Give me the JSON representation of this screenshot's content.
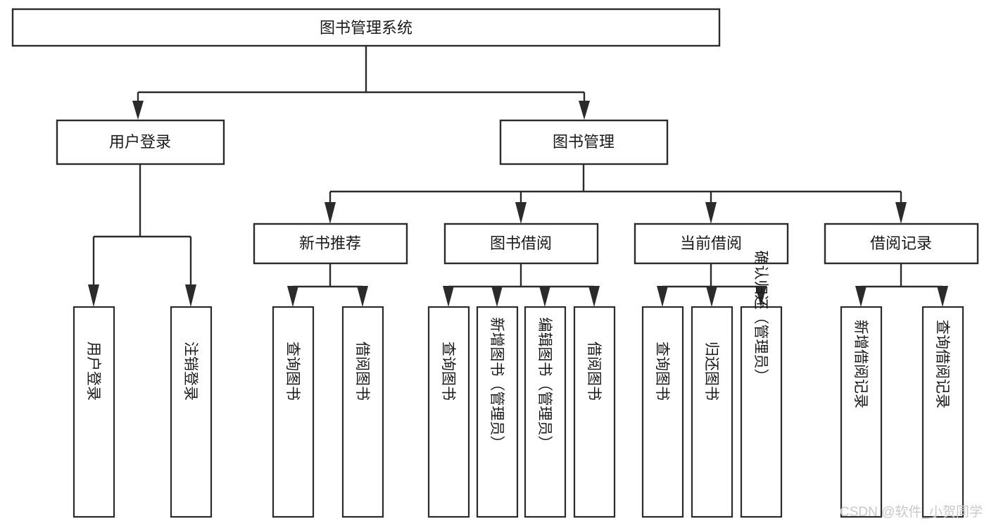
{
  "diagram": {
    "title": "图书管理系统",
    "type": "tree-hierarchy",
    "root": {
      "id": "root",
      "label": "图书管理系统"
    },
    "level2": [
      {
        "id": "user-login",
        "label": "用户登录"
      },
      {
        "id": "book-manage",
        "label": "图书管理"
      }
    ],
    "level3": [
      {
        "id": "new-book-rec",
        "label": "新书推荐",
        "parent": "book-manage"
      },
      {
        "id": "book-borrow",
        "label": "图书借阅",
        "parent": "book-manage"
      },
      {
        "id": "current-borrow",
        "label": "当前借阅",
        "parent": "book-manage"
      },
      {
        "id": "borrow-record",
        "label": "借阅记录",
        "parent": "book-manage"
      }
    ],
    "leaves": {
      "user-login": [
        {
          "id": "leaf-user-login",
          "label": "用户登录"
        },
        {
          "id": "leaf-logout",
          "label": "注销登录"
        }
      ],
      "new-book-rec": [
        {
          "id": "leaf-query-book-1",
          "label": "查询图书"
        },
        {
          "id": "leaf-borrow-book-1",
          "label": "借阅图书"
        }
      ],
      "book-borrow": [
        {
          "id": "leaf-query-book-2",
          "label": "查询图书"
        },
        {
          "id": "leaf-add-book",
          "label": "新增图书（管理员）"
        },
        {
          "id": "leaf-edit-book",
          "label": "编辑图书（管理员）"
        },
        {
          "id": "leaf-borrow-book-2",
          "label": "借阅图书"
        }
      ],
      "current-borrow": [
        {
          "id": "leaf-query-book-3",
          "label": "查询图书"
        },
        {
          "id": "leaf-return-book",
          "label": "归还图书"
        },
        {
          "id": "leaf-confirm-return",
          "label": "确认归还（管理员）"
        }
      ],
      "borrow-record": [
        {
          "id": "leaf-add-record",
          "label": "新增借阅记录"
        },
        {
          "id": "leaf-query-record",
          "label": "查询借阅记录"
        }
      ]
    }
  },
  "watermark": {
    "text": "CSDN @软件_小贺同学"
  },
  "colors": {
    "stroke": "#2b2b2b",
    "fill": "#ffffff",
    "text": "#1a1a1a",
    "watermark": "#c9c9c9"
  }
}
